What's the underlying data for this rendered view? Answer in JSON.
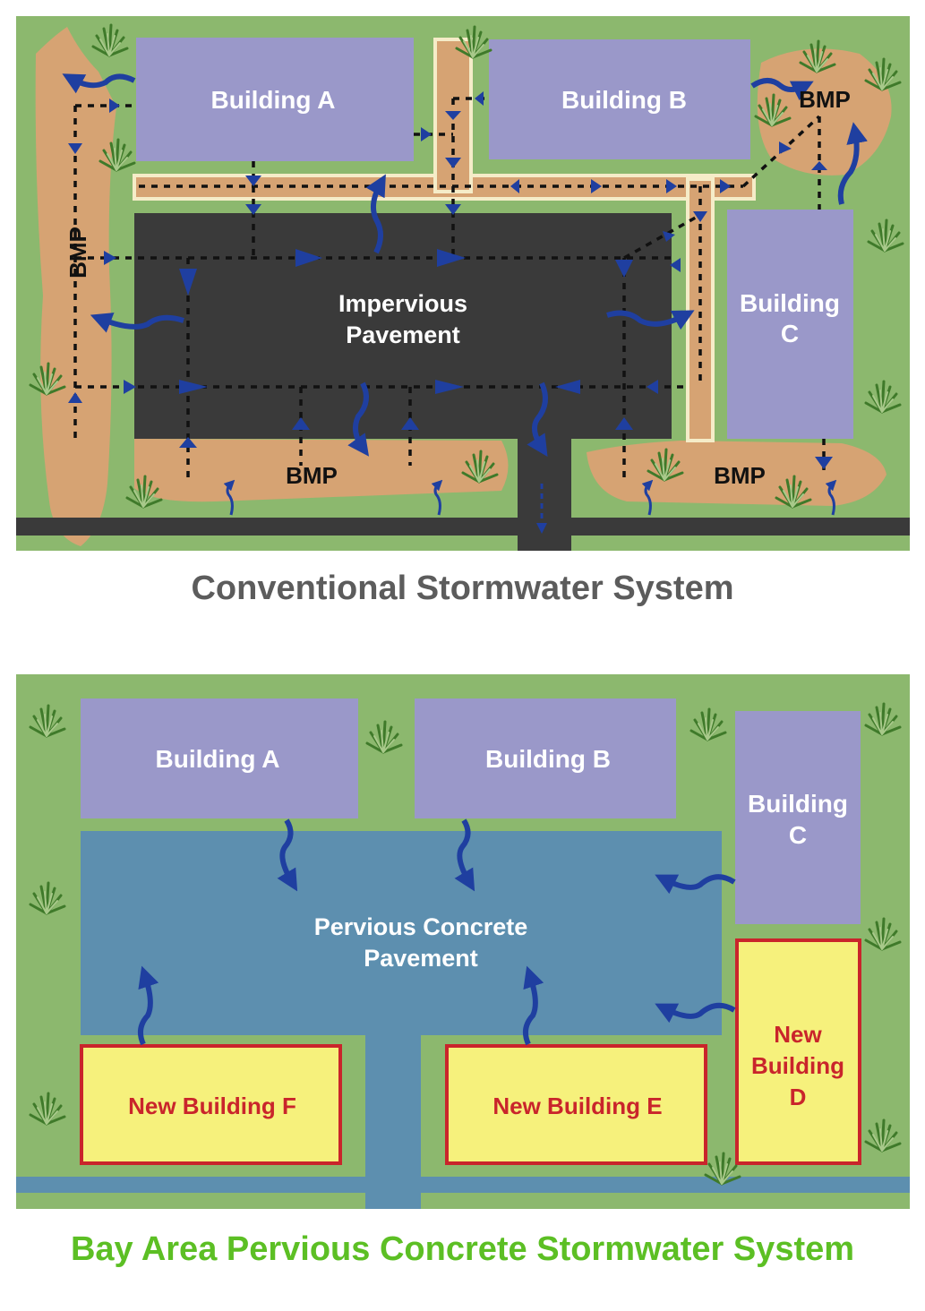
{
  "diagrams": {
    "conventional": {
      "caption": "Conventional Stormwater System",
      "building_a": "Building A",
      "building_b": "Building B",
      "building_c_line1": "Building",
      "building_c_line2": "C",
      "pavement_line1": "Impervious",
      "pavement_line2": "Pavement",
      "bmp_left": "BMP",
      "bmp_bottom": "BMP",
      "bmp_bottom_right": "BMP",
      "bmp_top_right": "BMP"
    },
    "pervious": {
      "caption": "Bay Area Pervious Concrete Stormwater System",
      "building_a": "Building A",
      "building_b": "Building B",
      "building_c_line1": "Building",
      "building_c_line2": "C",
      "pavement_line1": "Pervious Concrete",
      "pavement_line2": "Pavement",
      "new_building_f": "New Building F",
      "new_building_e": "New Building E",
      "new_building_d_line1": "New",
      "new_building_d_line2": "Building",
      "new_building_d_line3": "D"
    }
  },
  "colors": {
    "grass": "#8cb86e",
    "building": "#9a98c9",
    "impervious": "#3a3a3a",
    "bmp_soil": "#d6a373",
    "pervious": "#5d8faf",
    "new_building_fill": "#f6f17c",
    "new_building_border": "#c9252b",
    "arrow": "#1f3fa0",
    "caption_gray": "#5c5c5c",
    "caption_green": "#5cbf24"
  }
}
